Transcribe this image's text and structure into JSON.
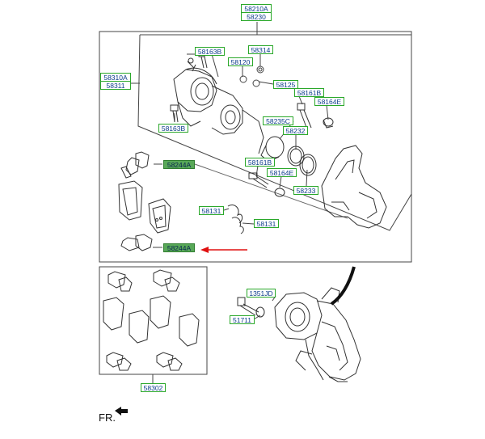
{
  "labels": {
    "l58210A": "58210A",
    "l58230": "58230",
    "l58310A": "58310A",
    "l58311": "58311",
    "l58163B_top": "58163B",
    "l58314": "58314",
    "l58120": "58120",
    "l58125": "58125",
    "l58161B_top": "58161B",
    "l58164E_top": "58164E",
    "l58163B_left": "58163B",
    "l58235C": "58235C",
    "l58232": "58232",
    "l58161B_mid": "58161B",
    "l58164E_mid": "58164E",
    "l58233": "58233",
    "l58244A_top": "58244A",
    "l58131_left": "58131",
    "l58131_right": "58131",
    "l58244A_bottom": "58244A",
    "l1351JD": "1351JD",
    "l51711": "51711",
    "l58302": "58302"
  },
  "direction_label": "FR.",
  "colors": {
    "label_border": "#2aa82a",
    "label_text": "#0a3a8a",
    "highlight_fill": "#58a858",
    "pointer_arrow": "#e01010",
    "line_art": "#333333"
  }
}
